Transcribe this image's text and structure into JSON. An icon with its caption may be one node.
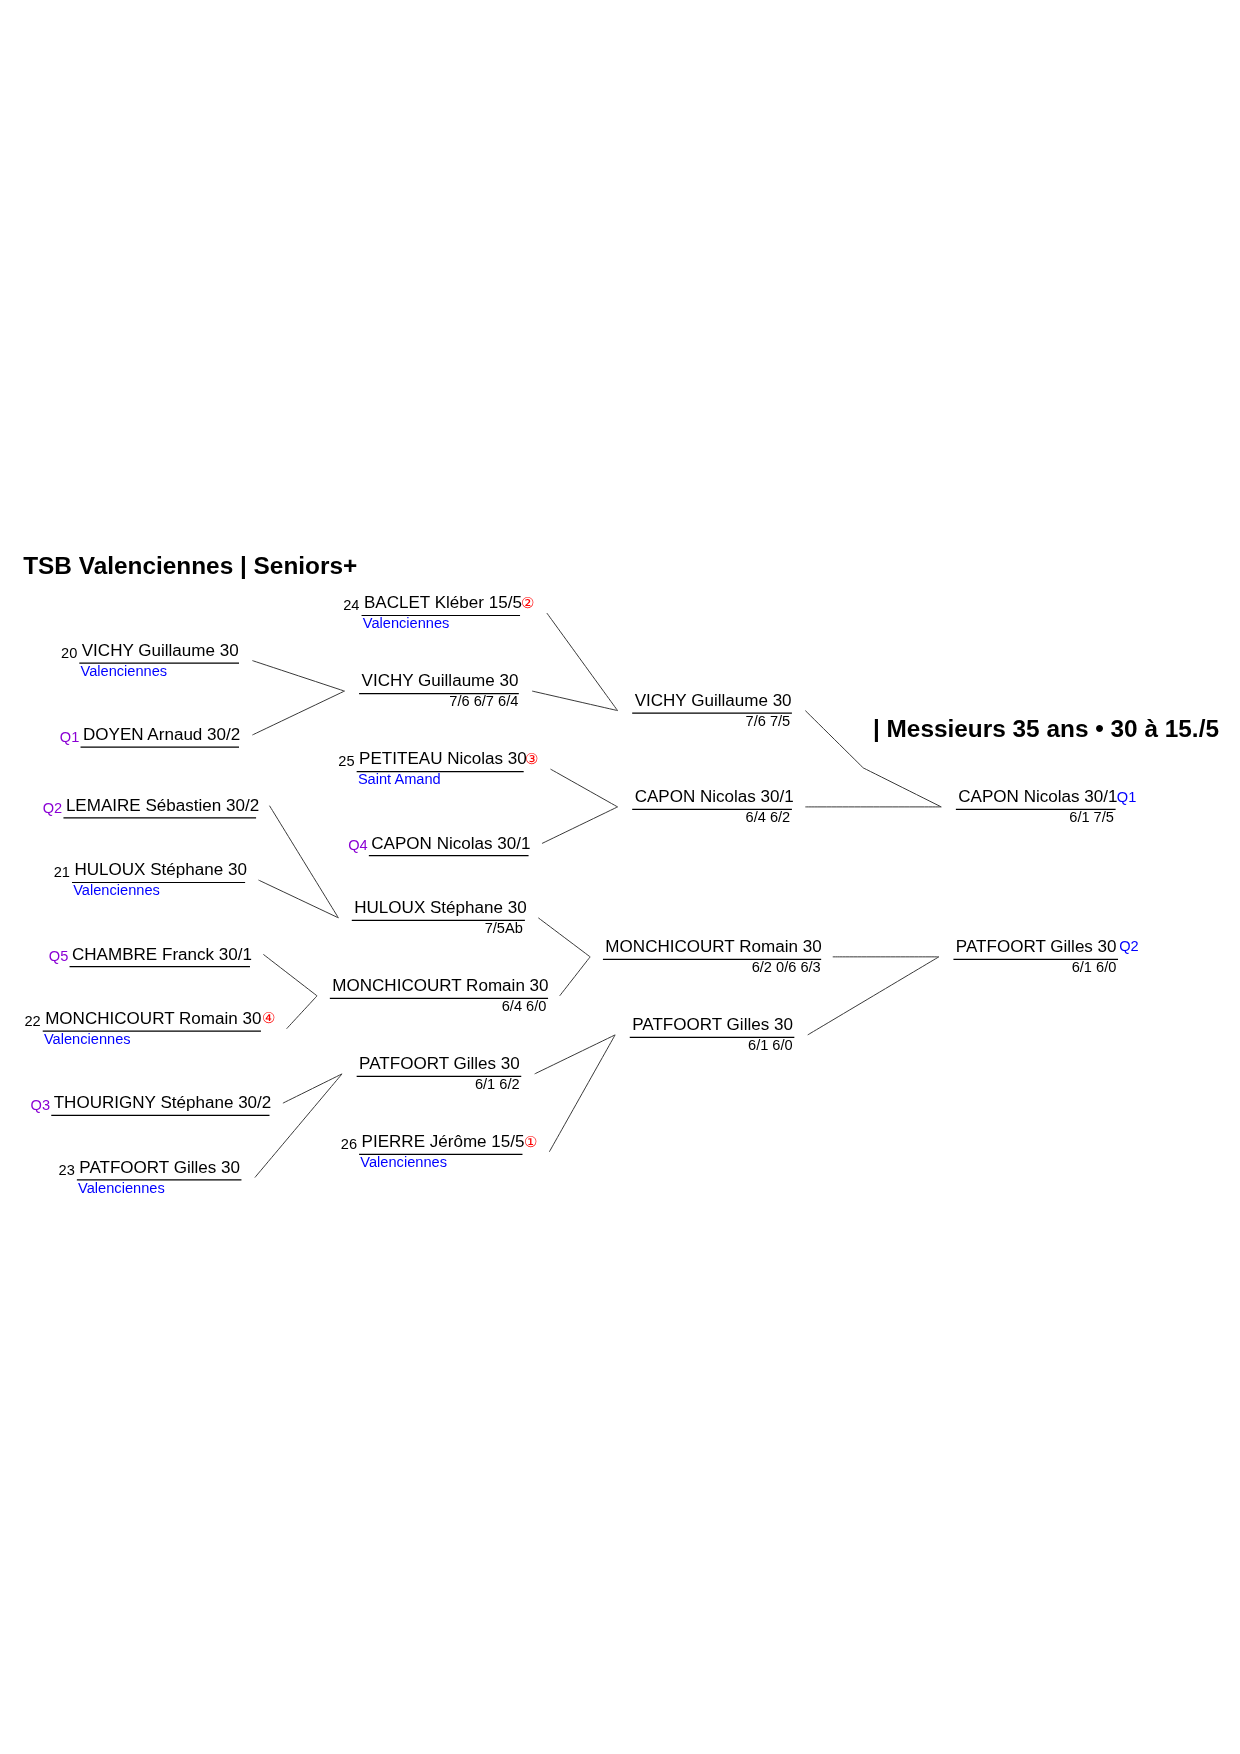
{
  "diagram": {
    "title": "TSB Valenciennes | Seniors+",
    "nodes": [
      {
        "text": [
          "24",
          "BACLET Kléber 15/5",
          "Valenciennes",
          "②"
        ]
      },
      {
        "text": [
          "20",
          "VICHY Guillaume 30",
          "Valenciennes"
        ]
      },
      {
        "text": [
          "Q1",
          "DOYEN Arnaud 30/2"
        ]
      },
      {
        "text": [
          "VICHY Guillaume 30",
          "7/6 6/7 6/4"
        ]
      },
      {
        "text": [
          "VICHY Guillaume 30",
          "7/6 7/5"
        ]
      },
      {
        "text": [
          "25",
          "PETITEAU Nicolas 30",
          "Saint Amand",
          "③"
        ]
      },
      {
        "text": [
          "Q4",
          "CAPON Nicolas 30/1"
        ]
      },
      {
        "text": [
          "CAPON Nicolas 30/1",
          "6/4 6/2"
        ]
      },
      {
        "text": [
          "CAPON Nicolas 30/1",
          "Q1",
          "6/1 7/5"
        ]
      },
      {
        "text": [
          "Q2",
          "LEMAIRE Sébastien 30/2"
        ]
      },
      {
        "text": [
          "HULOUX Stéphane 30",
          "7/5Ab"
        ]
      },
      {
        "text": [
          "21",
          "HULOUX Stéphane 30",
          "Valenciennes"
        ]
      },
      {
        "text": [
          "MONCHICOURT Romain 30",
          "6/2 0/6 6/3"
        ]
      },
      {
        "text": [
          "Q5",
          "CHAMBRE Franck 30/1"
        ]
      },
      {
        "text": [
          "MONCHICOURT Romain 30",
          "6/4 6/0"
        ]
      },
      {
        "text": [
          "22",
          "MONCHICOURT Romain 30",
          "Valenciennes",
          "④"
        ]
      },
      {
        "text": [
          "PATFOORT Gilles 30",
          "Q2",
          "6/1 6/0"
        ]
      },
      {
        "text": [
          "Q3",
          "THOURIGNY Stéphane 30/2"
        ]
      },
      {
        "text": [
          "PATFOORT Gilles 30",
          "6/1 6/2"
        ]
      },
      {
        "text": [
          "23",
          "PATFOORT Gilles 30",
          "Valenciennes"
        ]
      },
      {
        "text": [
          "PATFOORT Gilles 30",
          "6/1 6/0"
        ]
      },
      {
        "text": [
          "26",
          "PIERRE Jérôme 15/5",
          "Valenciennes",
          "①"
        ]
      }
    ],
    "edges": [
      {
        "from": 1,
        "to": 3,
        "arrow": "none"
      },
      {
        "from": 2,
        "to": 3,
        "arrow": "none"
      },
      {
        "from": 0,
        "to": 4,
        "arrow": "none"
      },
      {
        "from": 3,
        "to": 4,
        "arrow": "none"
      },
      {
        "from": 5,
        "to": 7,
        "arrow": "none"
      },
      {
        "from": 6,
        "to": 7,
        "arrow": "none"
      },
      {
        "from": 4,
        "to": 8,
        "arrow": "none"
      },
      {
        "from": 7,
        "to": 8,
        "arrow": "none"
      },
      {
        "from": 9,
        "to": 10,
        "arrow": "none"
      },
      {
        "from": 11,
        "to": 10,
        "arrow": "none"
      },
      {
        "from": 13,
        "to": 14,
        "arrow": "none"
      },
      {
        "from": 15,
        "to": 14,
        "arrow": "none"
      },
      {
        "from": 10,
        "to": 12,
        "arrow": "none"
      },
      {
        "from": 14,
        "to": 12,
        "arrow": "none"
      },
      {
        "from": 17,
        "to": 18,
        "arrow": "none"
      },
      {
        "from": 19,
        "to": 18,
        "arrow": "none"
      },
      {
        "from": 18,
        "to": 20,
        "arrow": "none"
      },
      {
        "from": 21,
        "to": 20,
        "arrow": "none"
      },
      {
        "from": 12,
        "to": 16,
        "arrow": "none"
      },
      {
        "from": 20,
        "to": 16,
        "arrow": "none"
      }
    ],
    "labels": [
      "| Messieurs 35 ans • 30 à 15./5"
    ]
  }
}
